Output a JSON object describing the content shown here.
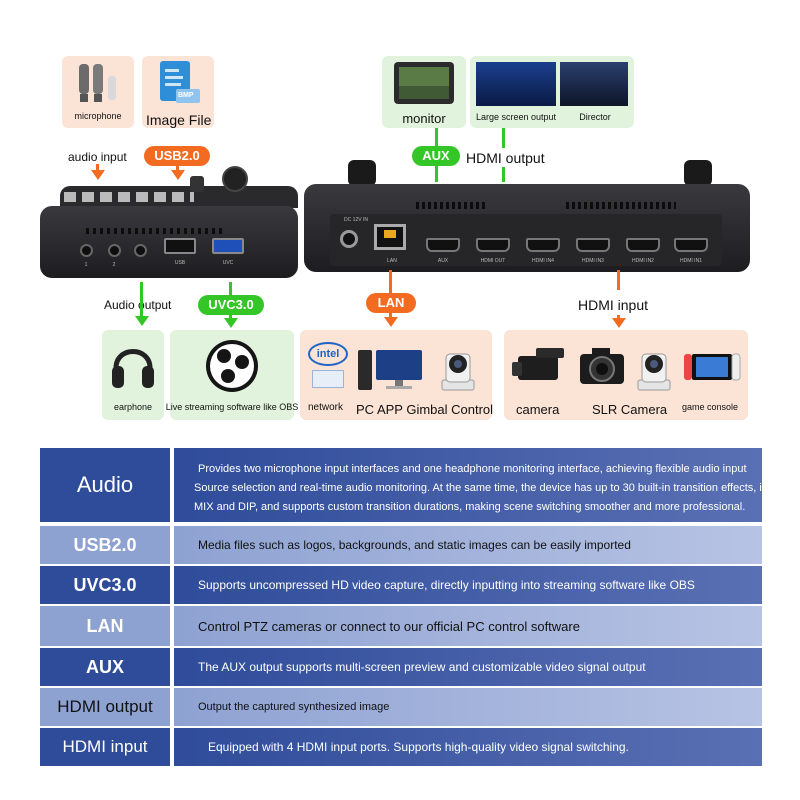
{
  "top_left": {
    "microphone": "microphone",
    "image_file": "Image File",
    "bmp_badge": "BMP",
    "audio_input": "audio input",
    "usb_pill": "USB2.0",
    "audio_output": "Audio output",
    "uvc_pill": "UVC3.0",
    "earphone": "earphone",
    "obs": "Live streaming software like OBS",
    "port_labels": [
      "1",
      "2",
      "",
      "USB",
      "UVC"
    ]
  },
  "top_right": {
    "monitor": "monitor",
    "large_screen": "Large screen output",
    "director": "Director",
    "aux_pill": "AUX",
    "hdmi_output": "HDMI output",
    "dc_label": "DC 12V IN",
    "port_labels": [
      "LAN",
      "AUX",
      "HDMI OUT",
      "HDMI IN4",
      "HDMI IN3",
      "HDMI IN2",
      "HDMI IN1"
    ],
    "lan_pill": "LAN",
    "hdmi_input": "HDMI input",
    "intel": "intel",
    "network": "network",
    "pc_app": "PC APP Gimbal Control",
    "camera": "camera",
    "slr_camera": "SLR Camera",
    "game_console": "game console"
  },
  "features": [
    {
      "label": "Audio",
      "lines": [
        "Provides two microphone input interfaces and one headphone monitoring interface, achieving flexible audio input",
        "Source selection and real-time audio monitoring. At the same time, the device has up to 30 built-in transition effects, including",
        "MIX and DIP, and supports custom transition durations, making scene switching smoother and more professional."
      ]
    },
    {
      "label": "USB2.0",
      "lines": [
        "Media files such as logos, backgrounds, and static images can be easily imported"
      ]
    },
    {
      "label": "UVC3.0",
      "lines": [
        "Supports uncompressed HD video capture, directly inputting into streaming software like OBS"
      ]
    },
    {
      "label": "LAN",
      "lines": [
        "Control PTZ cameras or connect to our official PC control software"
      ]
    },
    {
      "label": "AUX",
      "lines": [
        "The AUX output supports multi-screen preview and customizable video signal output"
      ]
    },
    {
      "label": "HDMI output",
      "lines": [
        "Output the captured synthesized image"
      ]
    },
    {
      "label": "HDMI input",
      "lines": [
        "Equipped with 4 HDMI input ports. Supports high-quality video signal switching."
      ]
    }
  ],
  "colors": {
    "orange": "#f26b21",
    "green": "#34c626",
    "table_dark": "#2f4c9a",
    "table_light": "#8ea2d2"
  }
}
